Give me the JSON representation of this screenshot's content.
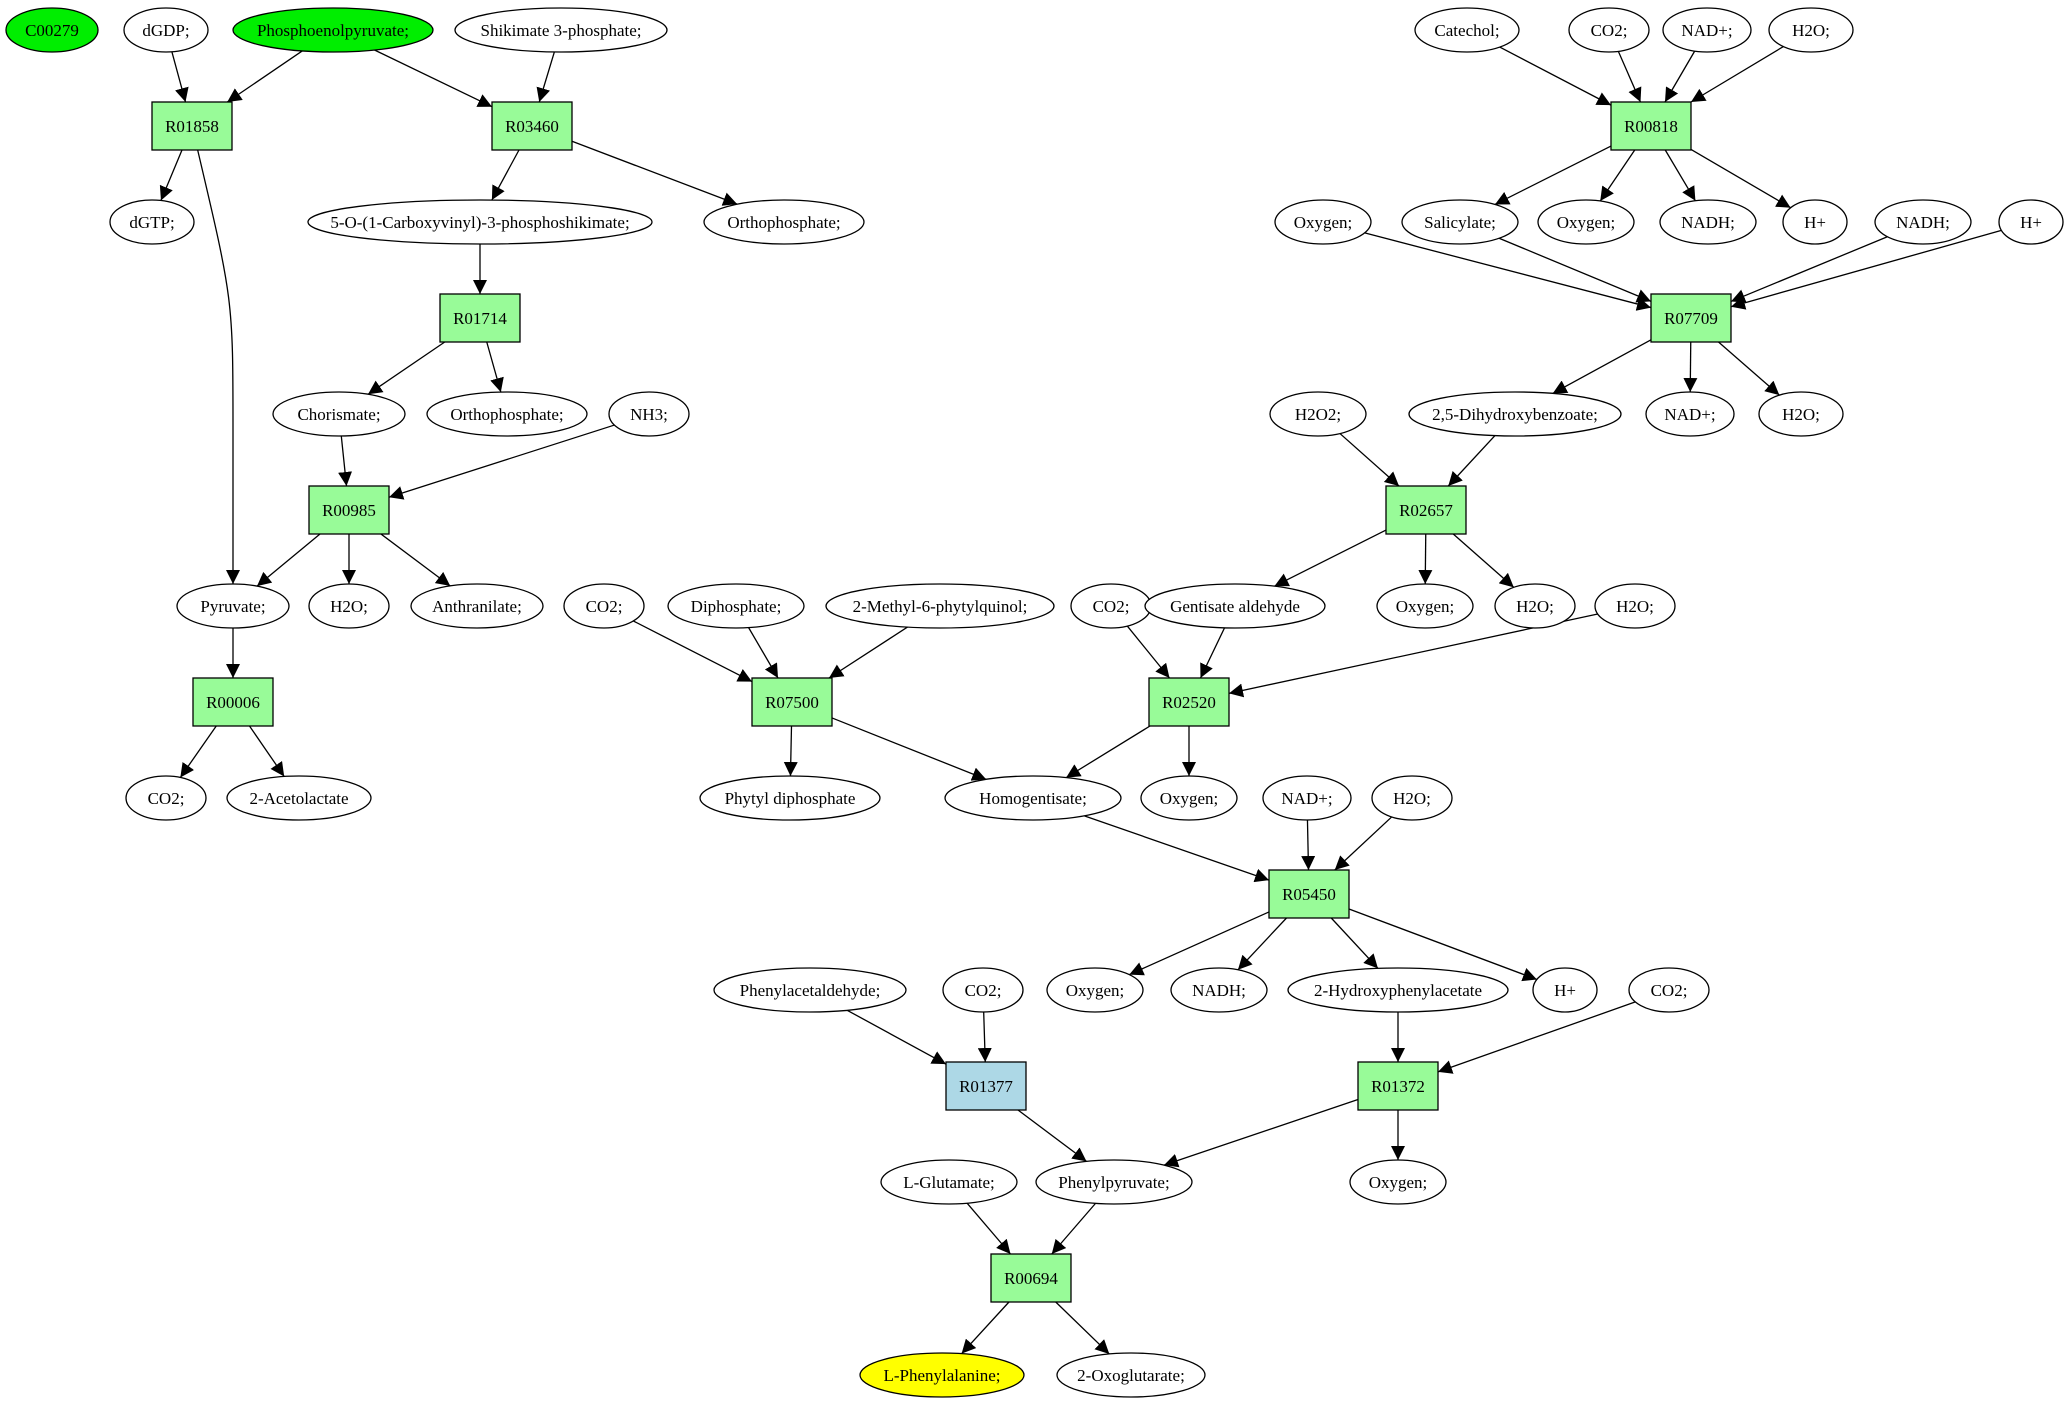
{
  "colors": {
    "compound": "#ffffff",
    "reaction": "#98fb98",
    "reaction_highlight": "#add8e6",
    "source": "#00ee00",
    "target": "#ffff00",
    "stroke": "#000000"
  },
  "nodes": [
    {
      "id": "c00279",
      "label": "C00279",
      "kind": "source"
    },
    {
      "id": "dgdp",
      "label": "dGDP;",
      "kind": "compound"
    },
    {
      "id": "pep",
      "label": "Phosphoenolpyruvate;",
      "kind": "source"
    },
    {
      "id": "shik3p",
      "label": "Shikimate 3-phosphate;",
      "kind": "compound"
    },
    {
      "id": "catechol",
      "label": "Catechol;",
      "kind": "compound"
    },
    {
      "id": "co2_a",
      "label": "CO2;",
      "kind": "compound"
    },
    {
      "id": "nadp_a",
      "label": "NAD+;",
      "kind": "compound"
    },
    {
      "id": "h2o_a",
      "label": "H2O;",
      "kind": "compound"
    },
    {
      "id": "R01858",
      "label": "R01858",
      "kind": "reaction"
    },
    {
      "id": "R03460",
      "label": "R03460",
      "kind": "reaction"
    },
    {
      "id": "R00818",
      "label": "R00818",
      "kind": "reaction"
    },
    {
      "id": "dgtp",
      "label": "dGTP;",
      "kind": "compound"
    },
    {
      "id": "ocps",
      "label": "5-O-(1-Carboxyvinyl)-3-phosphoshikimate;",
      "kind": "compound"
    },
    {
      "id": "orthop_a",
      "label": "Orthophosphate;",
      "kind": "compound"
    },
    {
      "id": "oxy_a",
      "label": "Oxygen;",
      "kind": "compound"
    },
    {
      "id": "salic",
      "label": "Salicylate;",
      "kind": "compound"
    },
    {
      "id": "oxy_b",
      "label": "Oxygen;",
      "kind": "compound"
    },
    {
      "id": "nadh_a",
      "label": "NADH;",
      "kind": "compound"
    },
    {
      "id": "hp_a",
      "label": "H+",
      "kind": "compound"
    },
    {
      "id": "nadh_b",
      "label": "NADH;",
      "kind": "compound"
    },
    {
      "id": "hp_b",
      "label": "H+",
      "kind": "compound"
    },
    {
      "id": "R01714",
      "label": "R01714",
      "kind": "reaction"
    },
    {
      "id": "R07709",
      "label": "R07709",
      "kind": "reaction"
    },
    {
      "id": "chor",
      "label": "Chorismate;",
      "kind": "compound"
    },
    {
      "id": "orthop_b",
      "label": "Orthophosphate;",
      "kind": "compound"
    },
    {
      "id": "nh3",
      "label": "NH3;",
      "kind": "compound"
    },
    {
      "id": "h2o2",
      "label": "H2O2;",
      "kind": "compound"
    },
    {
      "id": "dhb",
      "label": "2,5-Dihydroxybenzoate;",
      "kind": "compound"
    },
    {
      "id": "nadp_b",
      "label": "NAD+;",
      "kind": "compound"
    },
    {
      "id": "h2o_b",
      "label": "H2O;",
      "kind": "compound"
    },
    {
      "id": "R00985",
      "label": "R00985",
      "kind": "reaction"
    },
    {
      "id": "R02657",
      "label": "R02657",
      "kind": "reaction"
    },
    {
      "id": "pyr",
      "label": "Pyruvate;",
      "kind": "compound"
    },
    {
      "id": "h2o_c",
      "label": "H2O;",
      "kind": "compound"
    },
    {
      "id": "anth",
      "label": "Anthranilate;",
      "kind": "compound"
    },
    {
      "id": "co2_b",
      "label": "CO2;",
      "kind": "compound"
    },
    {
      "id": "diph",
      "label": "Diphosphate;",
      "kind": "compound"
    },
    {
      "id": "mpq",
      "label": "2-Methyl-6-phytylquinol;",
      "kind": "compound"
    },
    {
      "id": "co2_c",
      "label": "CO2;",
      "kind": "compound"
    },
    {
      "id": "gentald",
      "label": "Gentisate aldehyde",
      "kind": "compound"
    },
    {
      "id": "oxy_c",
      "label": "Oxygen;",
      "kind": "compound"
    },
    {
      "id": "h2o_d",
      "label": "H2O;",
      "kind": "compound"
    },
    {
      "id": "h2o_e",
      "label": "H2O;",
      "kind": "compound"
    },
    {
      "id": "R00006",
      "label": "R00006",
      "kind": "reaction"
    },
    {
      "id": "R07500",
      "label": "R07500",
      "kind": "reaction"
    },
    {
      "id": "R02520",
      "label": "R02520",
      "kind": "reaction"
    },
    {
      "id": "co2_d",
      "label": "CO2;",
      "kind": "compound"
    },
    {
      "id": "acetol",
      "label": "2-Acetolactate",
      "kind": "compound"
    },
    {
      "id": "phytyl",
      "label": "Phytyl diphosphate",
      "kind": "compound"
    },
    {
      "id": "homog",
      "label": "Homogentisate;",
      "kind": "compound"
    },
    {
      "id": "oxy_d",
      "label": "Oxygen;",
      "kind": "compound"
    },
    {
      "id": "nadp_c",
      "label": "NAD+;",
      "kind": "compound"
    },
    {
      "id": "h2o_f",
      "label": "H2O;",
      "kind": "compound"
    },
    {
      "id": "R05450",
      "label": "R05450",
      "kind": "reaction"
    },
    {
      "id": "phacald",
      "label": "Phenylacetaldehyde;",
      "kind": "compound"
    },
    {
      "id": "co2_e",
      "label": "CO2;",
      "kind": "compound"
    },
    {
      "id": "oxy_e",
      "label": "Oxygen;",
      "kind": "compound"
    },
    {
      "id": "nadh_c",
      "label": "NADH;",
      "kind": "compound"
    },
    {
      "id": "hpa",
      "label": "2-Hydroxyphenylacetate",
      "kind": "compound"
    },
    {
      "id": "hp_c",
      "label": "H+",
      "kind": "compound"
    },
    {
      "id": "co2_f",
      "label": "CO2;",
      "kind": "compound"
    },
    {
      "id": "R01377",
      "label": "R01377",
      "kind": "reaction_highlight"
    },
    {
      "id": "R01372",
      "label": "R01372",
      "kind": "reaction"
    },
    {
      "id": "glu",
      "label": "L-Glutamate;",
      "kind": "compound"
    },
    {
      "id": "phpyr",
      "label": "Phenylpyruvate;",
      "kind": "compound"
    },
    {
      "id": "oxy_f",
      "label": "Oxygen;",
      "kind": "compound"
    },
    {
      "id": "R00694",
      "label": "R00694",
      "kind": "reaction"
    },
    {
      "id": "lphe",
      "label": "L-Phenylalanine;",
      "kind": "target"
    },
    {
      "id": "oxoglu",
      "label": "2-Oxoglutarate;",
      "kind": "compound"
    }
  ],
  "edges": [
    [
      "dgdp",
      "R01858"
    ],
    [
      "pep",
      "R01858"
    ],
    [
      "pep",
      "R03460"
    ],
    [
      "shik3p",
      "R03460"
    ],
    [
      "R01858",
      "dgtp"
    ],
    [
      "R01858",
      "pyr"
    ],
    [
      "R03460",
      "ocps"
    ],
    [
      "R03460",
      "orthop_a"
    ],
    [
      "ocps",
      "R01714"
    ],
    [
      "R01714",
      "chor"
    ],
    [
      "R01714",
      "orthop_b"
    ],
    [
      "chor",
      "R00985"
    ],
    [
      "nh3",
      "R00985"
    ],
    [
      "R00985",
      "pyr"
    ],
    [
      "R00985",
      "h2o_c"
    ],
    [
      "R00985",
      "anth"
    ],
    [
      "pyr",
      "R00006"
    ],
    [
      "R00006",
      "co2_d"
    ],
    [
      "R00006",
      "acetol"
    ],
    [
      "catechol",
      "R00818"
    ],
    [
      "co2_a",
      "R00818"
    ],
    [
      "nadp_a",
      "R00818"
    ],
    [
      "h2o_a",
      "R00818"
    ],
    [
      "R00818",
      "salic"
    ],
    [
      "R00818",
      "oxy_b"
    ],
    [
      "R00818",
      "nadh_a"
    ],
    [
      "R00818",
      "hp_a"
    ],
    [
      "oxy_a",
      "R07709"
    ],
    [
      "salic",
      "R07709"
    ],
    [
      "nadh_b",
      "R07709"
    ],
    [
      "hp_b",
      "R07709"
    ],
    [
      "R07709",
      "dhb"
    ],
    [
      "R07709",
      "nadp_b"
    ],
    [
      "R07709",
      "h2o_b"
    ],
    [
      "h2o2",
      "R02657"
    ],
    [
      "dhb",
      "R02657"
    ],
    [
      "R02657",
      "gentald"
    ],
    [
      "R02657",
      "oxy_c"
    ],
    [
      "R02657",
      "h2o_d"
    ],
    [
      "co2_c",
      "R02520"
    ],
    [
      "gentald",
      "R02520"
    ],
    [
      "h2o_e",
      "R02520"
    ],
    [
      "R02520",
      "homog"
    ],
    [
      "R02520",
      "oxy_d"
    ],
    [
      "co2_b",
      "R07500"
    ],
    [
      "diph",
      "R07500"
    ],
    [
      "mpq",
      "R07500"
    ],
    [
      "R07500",
      "phytyl"
    ],
    [
      "R07500",
      "homog"
    ],
    [
      "homog",
      "R05450"
    ],
    [
      "nadp_c",
      "R05450"
    ],
    [
      "h2o_f",
      "R05450"
    ],
    [
      "R05450",
      "oxy_e"
    ],
    [
      "R05450",
      "nadh_c"
    ],
    [
      "R05450",
      "hpa"
    ],
    [
      "R05450",
      "hp_c"
    ],
    [
      "phacald",
      "R01377"
    ],
    [
      "co2_e",
      "R01377"
    ],
    [
      "hpa",
      "R01372"
    ],
    [
      "co2_f",
      "R01372"
    ],
    [
      "R01377",
      "phpyr"
    ],
    [
      "R01372",
      "phpyr"
    ],
    [
      "R01372",
      "oxy_f"
    ],
    [
      "glu",
      "R00694"
    ],
    [
      "phpyr",
      "R00694"
    ],
    [
      "R00694",
      "lphe"
    ],
    [
      "R00694",
      "oxoglu"
    ]
  ]
}
